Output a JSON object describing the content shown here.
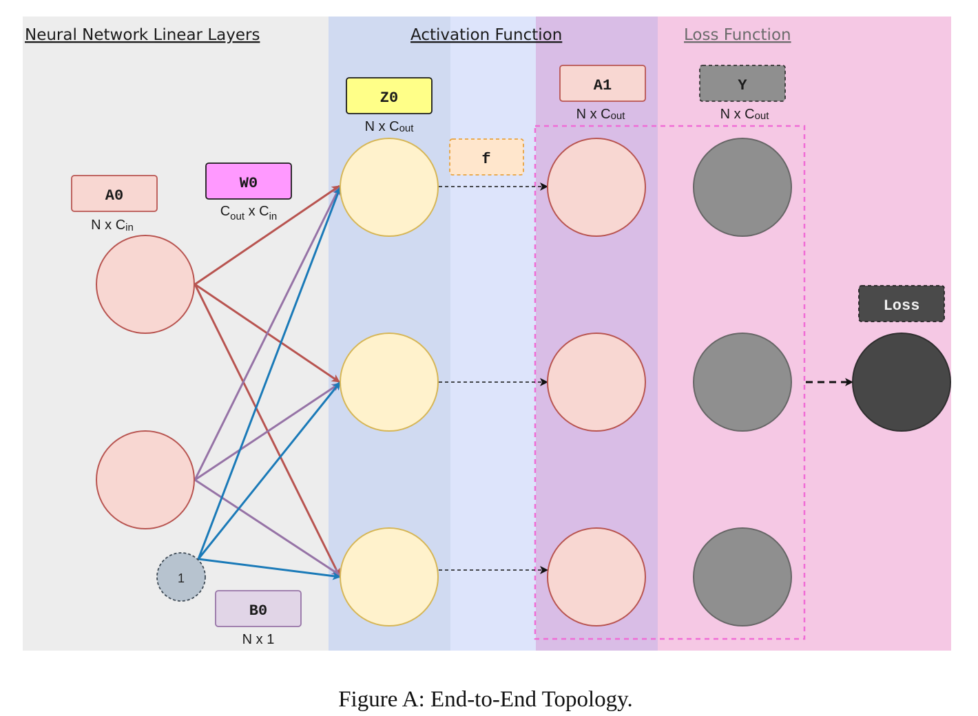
{
  "sections": {
    "linear": "Neural Network Linear Layers",
    "activation": "Activation Function",
    "loss": "Loss Function"
  },
  "labels": {
    "A0": "A0",
    "W0": "W0",
    "B0": "B0",
    "Z0": "Z0",
    "f": "f",
    "A1": "A1",
    "Y": "Y",
    "Loss": "Loss",
    "bias": "1"
  },
  "dims": {
    "A0": {
      "prefix": "N x C",
      "sub": "in"
    },
    "W0": {
      "c1": "C",
      "s1": "out",
      "mid": " x C",
      "s2": "in"
    },
    "B0": "N x  1",
    "Z0": {
      "prefix": "N x C",
      "sub": "out"
    },
    "A1": {
      "prefix": "N x C",
      "sub": "out"
    },
    "Y": {
      "prefix": "N x C",
      "sub": "out"
    }
  },
  "caption": "Figure A: End-to-End Topology.",
  "colors": {
    "edge_a0_top": "#b85450",
    "edge_a0_bottom": "#9673a6",
    "edge_bias": "#1a7ab8",
    "input_fill": "#f8d7d2",
    "hidden_fill": "#fff2cc",
    "target_fill": "#8f8f8f",
    "loss_fill": "#474747"
  }
}
